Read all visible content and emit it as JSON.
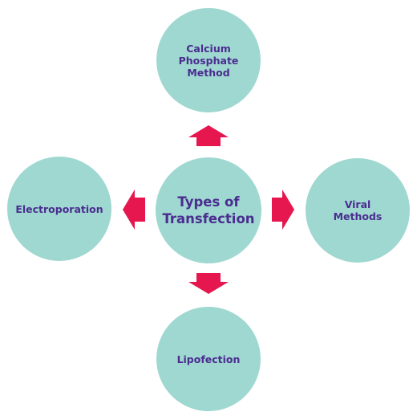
{
  "colors": {
    "circle_fill": "#9fd8d1",
    "arrow_fill": "#e5174e",
    "text": "#4a2d8f"
  },
  "center": {
    "label": "Types of\nTransfection"
  },
  "nodes": {
    "top": {
      "label": "Calcium\nPhosphate\nMethod"
    },
    "left": {
      "label": "Electroporation"
    },
    "right": {
      "label": "Viral\nMethods"
    },
    "bottom": {
      "label": "Lipofection"
    }
  }
}
